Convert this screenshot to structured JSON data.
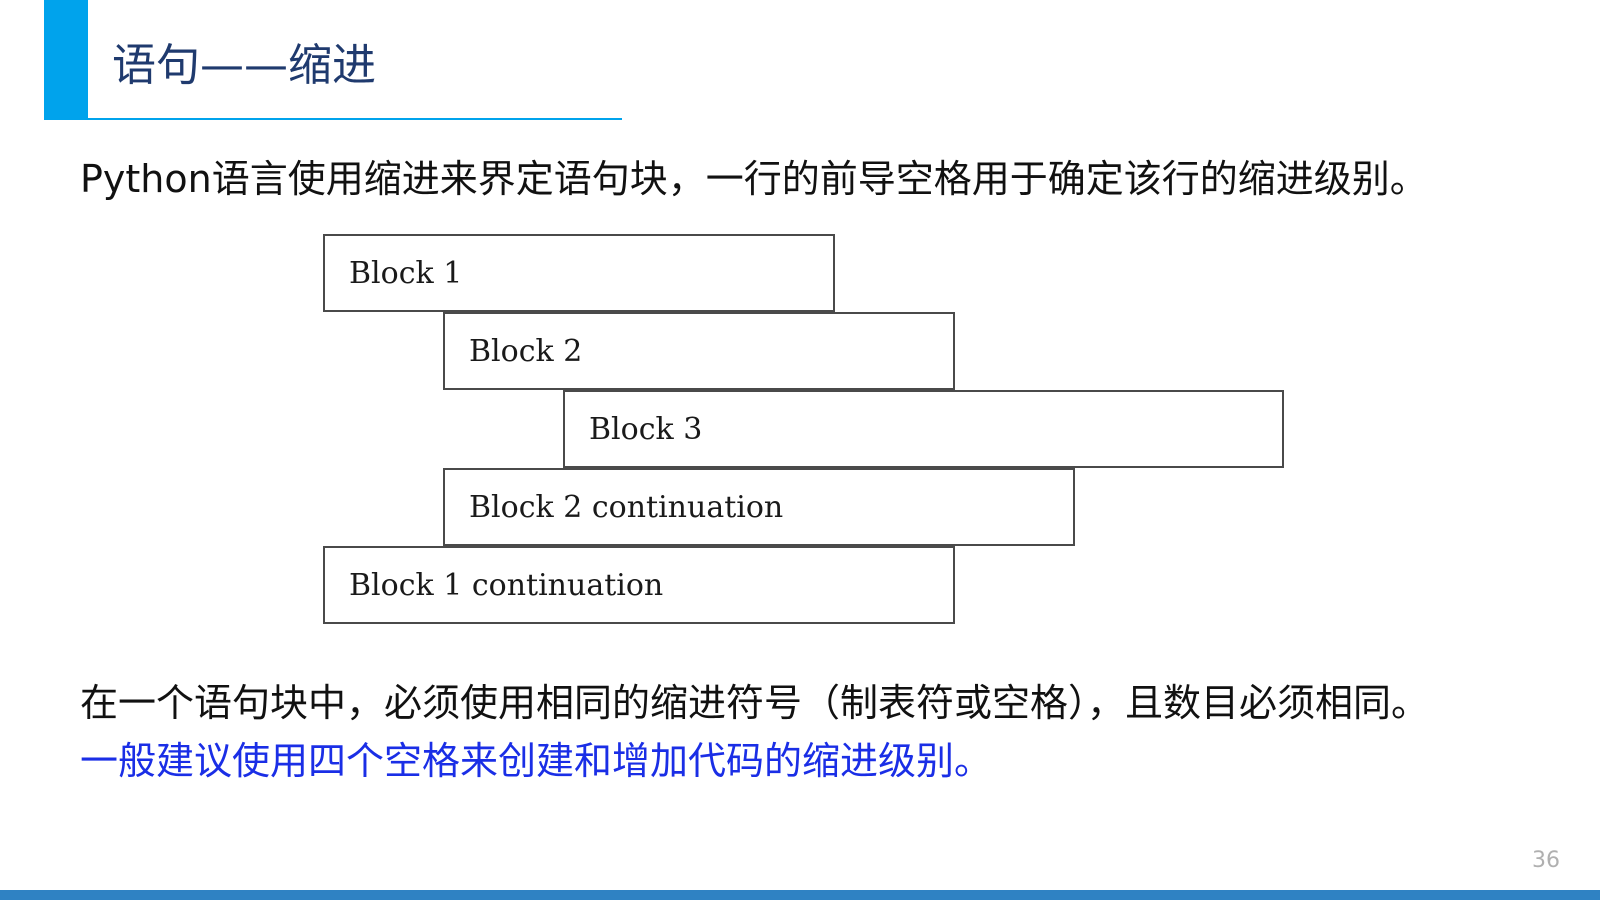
{
  "title": "语句——缩进",
  "intro": "Python语言使用缩进来界定语句块，一行的前导空格用于确定该行的缩进级别。",
  "blocks": [
    {
      "label": "Block 1",
      "level": 1
    },
    {
      "label": "Block 2",
      "level": 2
    },
    {
      "label": "Block 3",
      "level": 3
    },
    {
      "label": "Block 2 continuation",
      "level": 2
    },
    {
      "label": "Block 1 continuation",
      "level": 1
    }
  ],
  "note": {
    "line1": "在一个语句块中，必须使用相同的缩进符号（制表符或空格），且数目必须相同。",
    "line2": "一般建议使用四个空格来创建和增加代码的缩进级别。"
  },
  "page_number": "36",
  "colors": {
    "accent": "#00a3ec",
    "title": "#1f3a6e",
    "highlight": "#1a2ee6",
    "bottom_bar": "#2f82c3"
  }
}
